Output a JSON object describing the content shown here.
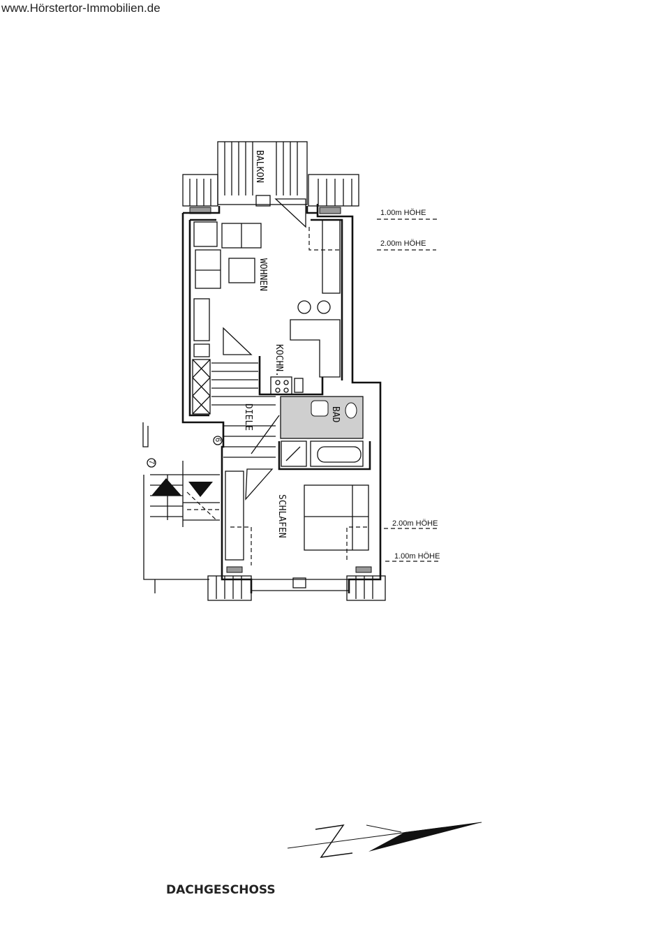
{
  "watermark": "www.Hörstertor-Immobilien.de",
  "floor_title": "DACHGESCHOSS",
  "rooms": {
    "balkon": "BALKON",
    "wohnen": "WOHNEN",
    "kochn": "KOCHN.",
    "diele": "DIELE",
    "bad": "BAD",
    "schlafen": "SCHLAFEN"
  },
  "height_marks": {
    "top_1": "1.00m HÖHE",
    "top_2": "2.00m HÖHE",
    "bottom_2": "2.00m HÖHE",
    "bottom_1": "1.00m HÖHE"
  },
  "stair_numbers": [
    "6",
    "7"
  ],
  "north_arrow_letter": "N"
}
